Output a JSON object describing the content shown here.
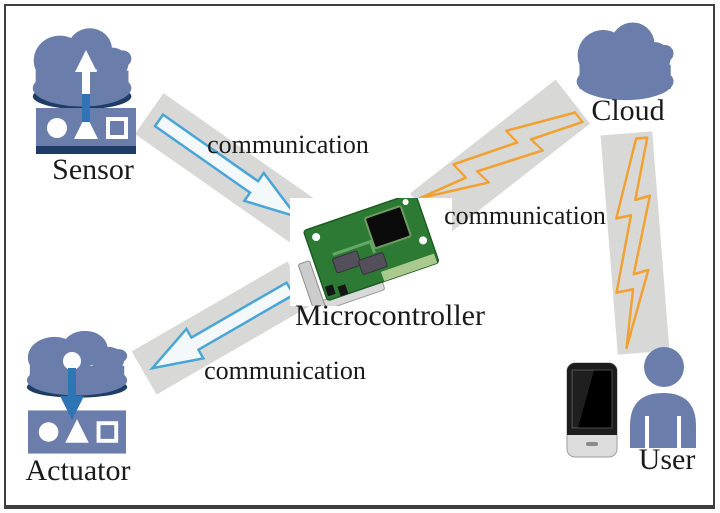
{
  "diagram": {
    "nodes": {
      "sensor": {
        "label": "Sensor",
        "icon": "cloud-sensor-icon"
      },
      "microcontroller": {
        "label": "Microcontroller",
        "icon": "pcb-card-icon"
      },
      "cloud": {
        "label": "Cloud",
        "icon": "cloud-icon"
      },
      "actuator": {
        "label": "Actuator",
        "icon": "cloud-actuator-icon"
      },
      "user": {
        "label": "User",
        "icon": "person-smartphone-icon"
      }
    },
    "links": [
      {
        "from": "Sensor",
        "to": "Microcontroller",
        "label": "communication",
        "style": "block-arrow"
      },
      {
        "from": "Microcontroller",
        "to": "Cloud",
        "label": "communication",
        "style": "lightning"
      },
      {
        "from": "Microcontroller",
        "to": "Actuator",
        "label": "communication",
        "style": "block-arrow"
      },
      {
        "from": "Cloud",
        "to": "User",
        "label": "",
        "style": "lightning"
      }
    ],
    "colors": {
      "node_blue": "#6a7dab",
      "node_edge_dark": "#1d3c66",
      "arrow_outline_blue": "#49a5d6",
      "arrow_stem_blue": "#2e75b6",
      "lightning_orange": "#f0a12f",
      "band_gray": "#d8d8d6",
      "pcb_green": "#2c7a33",
      "text": "#1a1a1a"
    }
  }
}
